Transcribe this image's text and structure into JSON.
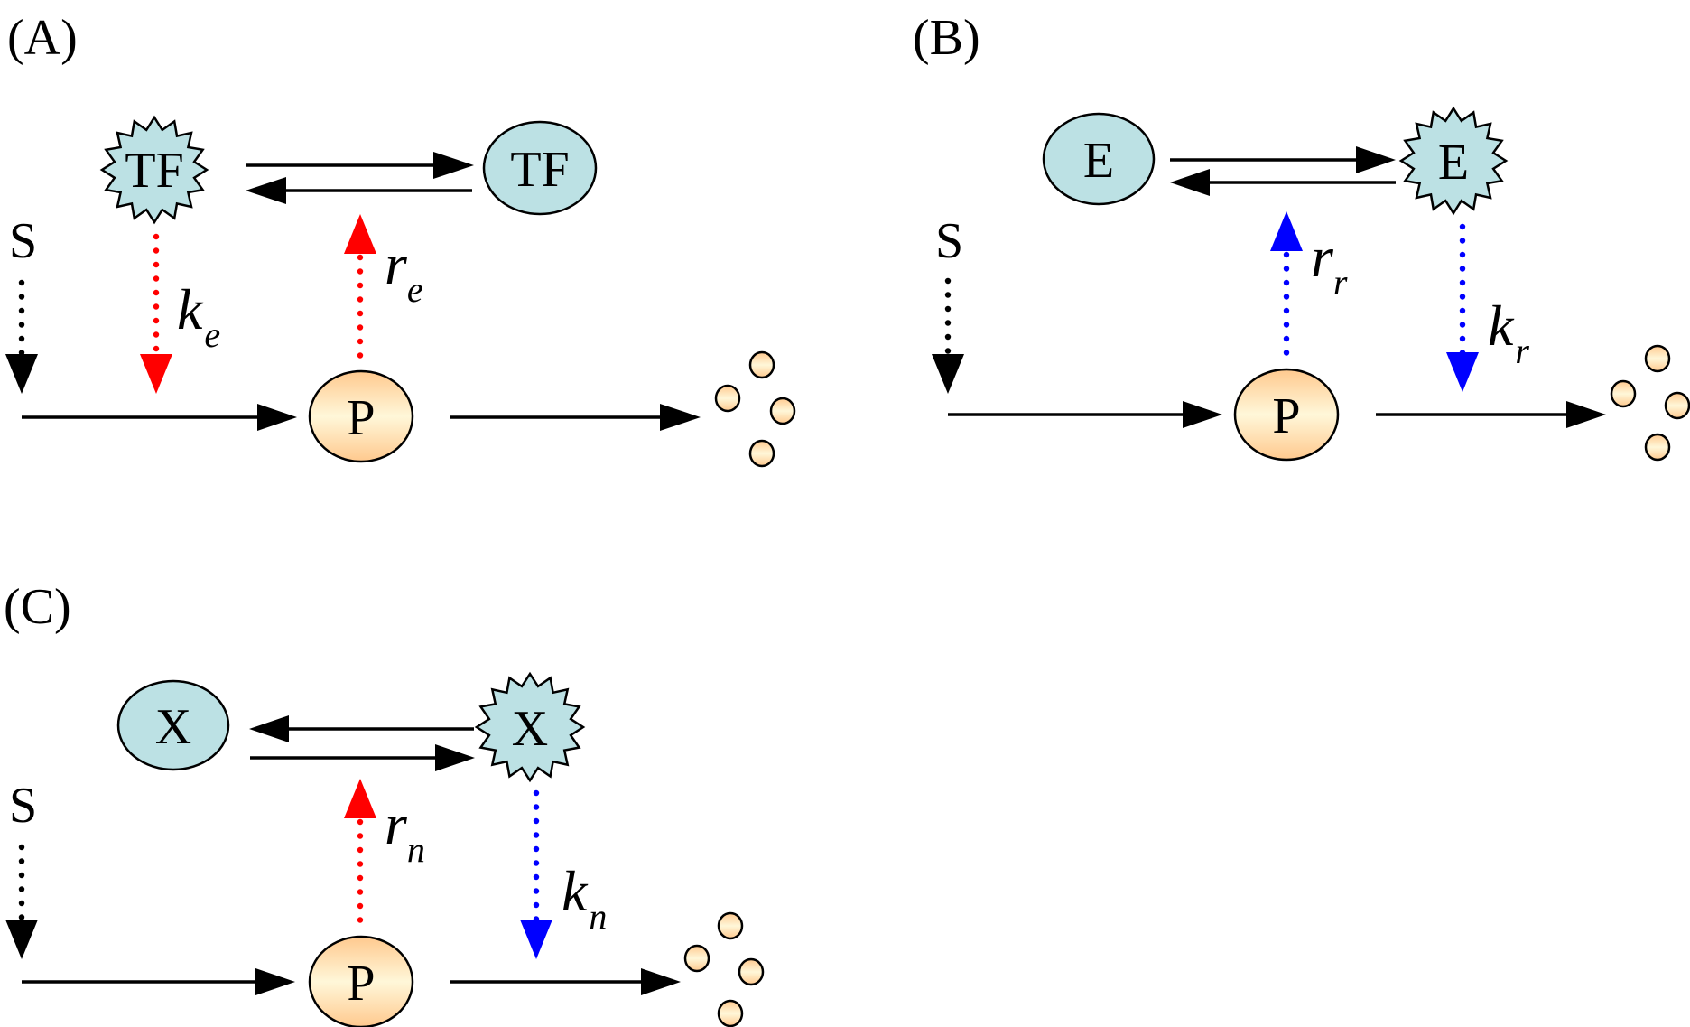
{
  "figure": {
    "colors": {
      "node_fill": "#BCE1E4",
      "product_edge": "#FFC98E",
      "product_center": "#FFF7D9",
      "activation": "#FF0000",
      "repression": "#0000FF",
      "neutral": "#000000"
    },
    "panels": [
      {
        "id": "A",
        "label": "(A)",
        "signal_label": "S",
        "product_label": "P",
        "inactive_node": {
          "label": "TF",
          "shape": "ellipse",
          "position": "right"
        },
        "active_node": {
          "label": "TF",
          "shape": "starburst",
          "position": "left"
        },
        "upper_arrow_direction": "left-to-right",
        "lower_arrow_direction": "right-to-left",
        "feedback": {
          "symbol": "r",
          "subscript": "e",
          "type": "activation",
          "color_key": "activation",
          "from": "P",
          "to": "conversion"
        },
        "regulation": {
          "symbol": "k",
          "subscript": "e",
          "type": "activation",
          "color_key": "activation",
          "from": "active-node",
          "to": "production"
        }
      },
      {
        "id": "B",
        "label": "(B)",
        "signal_label": "S",
        "product_label": "P",
        "inactive_node": {
          "label": "E",
          "shape": "ellipse",
          "position": "left"
        },
        "active_node": {
          "label": "E",
          "shape": "starburst",
          "position": "right"
        },
        "upper_arrow_direction": "left-to-right",
        "lower_arrow_direction": "right-to-left",
        "feedback": {
          "symbol": "r",
          "subscript": "r",
          "type": "repression",
          "color_key": "repression",
          "from": "P",
          "to": "conversion"
        },
        "regulation": {
          "symbol": "k",
          "subscript": "r",
          "type": "repression",
          "color_key": "repression",
          "from": "active-node",
          "to": "degradation"
        }
      },
      {
        "id": "C",
        "label": "(C)",
        "signal_label": "S",
        "product_label": "P",
        "inactive_node": {
          "label": "X",
          "shape": "ellipse",
          "position": "left"
        },
        "active_node": {
          "label": "X",
          "shape": "starburst",
          "position": "right"
        },
        "upper_arrow_direction": "right-to-left",
        "lower_arrow_direction": "left-to-right",
        "feedback": {
          "symbol": "r",
          "subscript": "n",
          "type": "activation",
          "color_key": "activation",
          "from": "P",
          "to": "conversion"
        },
        "regulation": {
          "symbol": "k",
          "subscript": "n",
          "type": "repression",
          "color_key": "repression",
          "from": "active-node",
          "to": "degradation"
        }
      }
    ]
  }
}
